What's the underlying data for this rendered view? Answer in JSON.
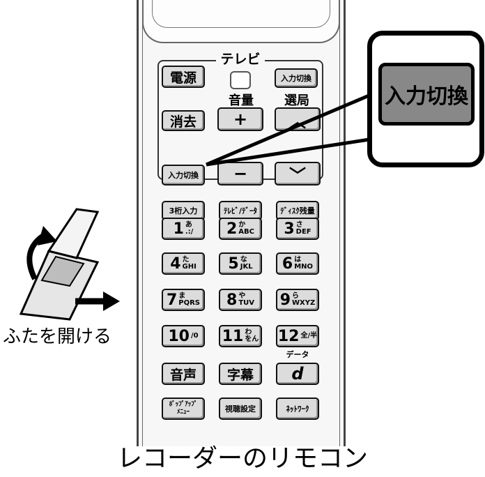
{
  "tv_label": "テレビ",
  "buttons": {
    "power": "電源",
    "input_switch_tv": "入力切換",
    "volume_label": "音量",
    "channel_label": "選局",
    "clear": "消去",
    "plus": "+",
    "minus": "−",
    "input_switch": "入力切換",
    "three_digit": "3桁入力",
    "tv_data": "ﾃﾚﾋﾞ/ﾃﾞｰﾀ",
    "disc_remaining": "ﾃﾞｨｽｸ残量",
    "num1": "1",
    "num1_sub_kana": "あ",
    "num1_sub": ".:/",
    "num2": "2",
    "num2_sub_kana": "か",
    "num2_sub": "ABC",
    "num3": "3",
    "num3_sub_kana": "さ",
    "num3_sub": "DEF",
    "num4": "4",
    "num4_sub_kana": "た",
    "num4_sub": "GHI",
    "num5": "5",
    "num5_sub_kana": "な",
    "num5_sub": "JKL",
    "num6": "6",
    "num6_sub_kana": "は",
    "num6_sub": "MNO",
    "num7": "7",
    "num7_sub_kana": "ま",
    "num7_sub": "PQRS",
    "num8": "8",
    "num8_sub_kana": "や",
    "num8_sub": "TUV",
    "num9": "9",
    "num9_sub_kana": "ら",
    "num9_sub": "WXYZ",
    "num10": "10",
    "num10_sub": "/0",
    "num11": "11",
    "num11_sub_kana": "わ",
    "num11_sub": "をん",
    "num12": "12",
    "num12_sub": "全/半",
    "data_label": "データ",
    "audio": "音声",
    "subtitle": "字幕",
    "d": "d",
    "popup_menu_1": "ﾎﾟｯﾌﾟｱｯﾌﾟ",
    "popup_menu_2": "ﾒﾆｭｰ",
    "viewing_settings": "視聴設定",
    "network": "ﾈｯﾄﾜｰｸ"
  },
  "callout_label": "入力切換",
  "lid_caption": "ふたを開ける",
  "caption": "レコーダーのリモコン"
}
